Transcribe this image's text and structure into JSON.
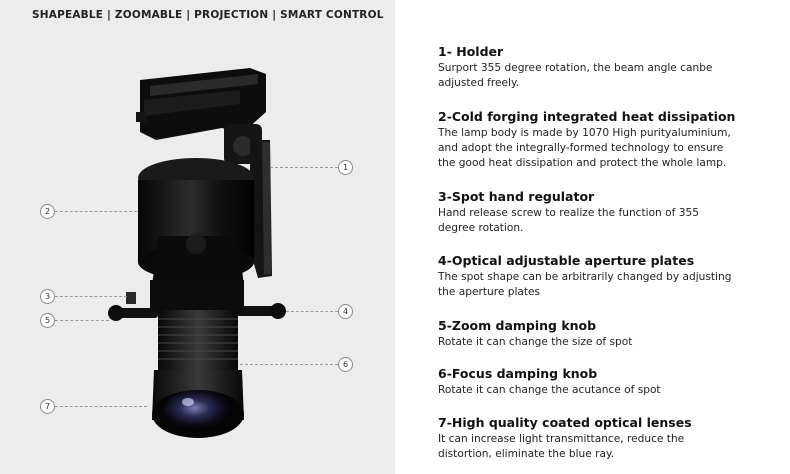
{
  "tagline": "SHAPEABLE | ZOOMABLE | PROJECTION | SMART CONTROL",
  "callouts": [
    "1",
    "2",
    "3",
    "4",
    "5",
    "6",
    "7"
  ],
  "features": [
    {
      "title": "1- Holder",
      "desc": "Surport 355 degree rotation, the beam angle canbe\nadjusted freely."
    },
    {
      "title": "2-Cold forging integrated heat dissipation",
      "desc": "The lamp body is made by 1070 High purityaluminium,\nand adopt the integrally-formed technology to ensure\n the good heat dissipation and protect the whole lamp."
    },
    {
      "title": "3-Spot hand regulator",
      "desc": "Hand release screw to realize the function of 355\ndegree rotation."
    },
    {
      "title": "4-Optical adjustable aperture plates",
      "desc": "The spot shape can be arbitrarily changed by adjusting\nthe aperture plates"
    },
    {
      "title": "5-Zoom damping knob",
      "desc": "Rotate it can change the size of spot"
    },
    {
      "title": "6-Focus damping knob",
      "desc": "Rotate it can change the acutance of spot"
    },
    {
      "title": "7-High quality coated optical lenses",
      "desc": "It can increase light transmittance, reduce the\ndistortion, eliminate the blue ray."
    }
  ]
}
